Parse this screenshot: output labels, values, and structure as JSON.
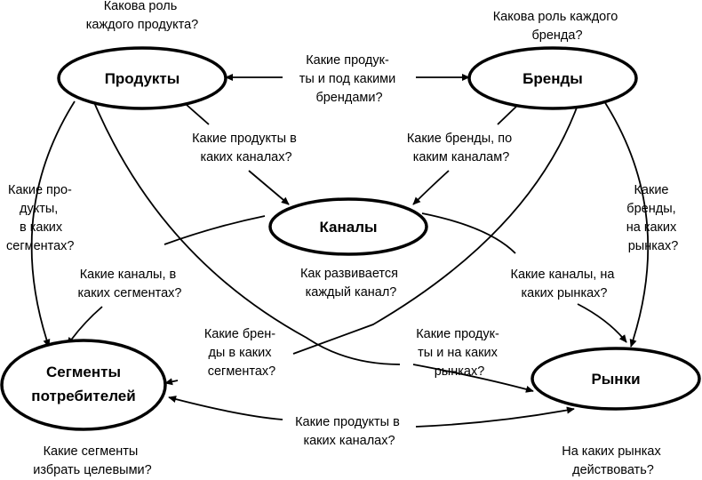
{
  "nodes": {
    "products": "Продукты",
    "brands": "Бренды",
    "channels": "Каналы",
    "segments": [
      "Сегменты",
      "потребителей"
    ],
    "markets": "Рынки"
  },
  "questions": {
    "product_role": [
      "Какова роль",
      "каждого продукта?"
    ],
    "brand_role": [
      "Какова роль каждого",
      "бренда?"
    ],
    "products_under_brands": [
      "Какие продук-",
      "ты и под какими",
      "брендами?"
    ],
    "products_in_channels": [
      "Какие продукты в",
      "каких каналах?"
    ],
    "brands_in_channels": [
      "Какие бренды, по",
      "каким каналам?"
    ],
    "products_in_segments": [
      "Какие про-",
      "дукты,",
      "в каких",
      "сегментах?"
    ],
    "brands_in_markets": [
      "Какие",
      "бренды,",
      "на каких",
      "рынках?"
    ],
    "channels_in_segments": [
      "Какие каналы, в",
      "каких сегментах?"
    ],
    "channel_development": [
      "Как развивается",
      "каждый канал?"
    ],
    "channels_in_markets": [
      "Какие каналы, на",
      "каких рынках?"
    ],
    "brands_in_segments": [
      "Какие брен-",
      "ды в каких",
      "сегментах?"
    ],
    "products_in_markets": [
      "Какие продук-",
      "ты и на каких",
      "рынках?"
    ],
    "products_in_channels_bottom": [
      "Какие продукты в",
      "каких каналах?"
    ],
    "target_segments": [
      "Какие сегменты",
      "избрать целевыми?"
    ],
    "markets_to_operate": [
      "На каких рынках",
      "действовать?"
    ]
  }
}
